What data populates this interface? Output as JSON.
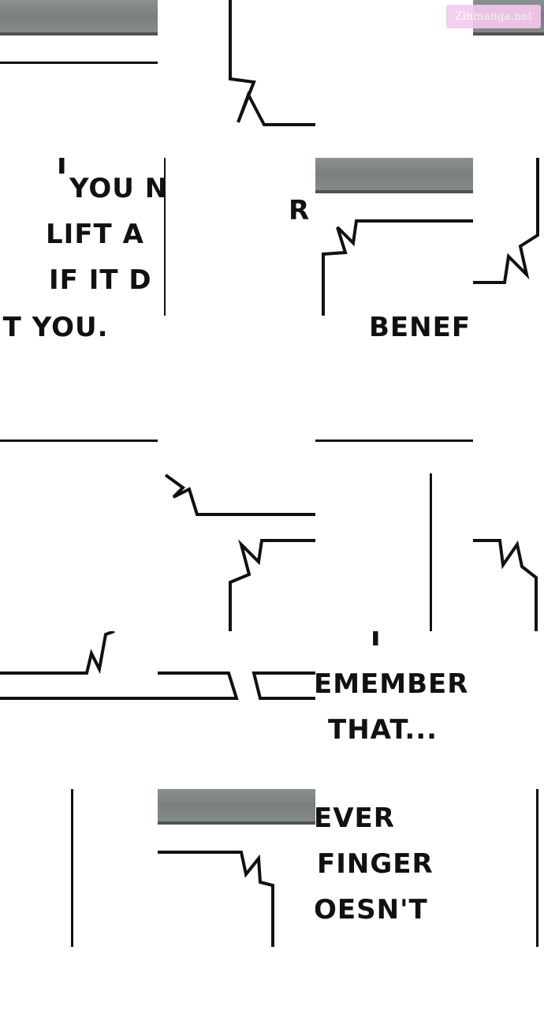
{
  "watermark": "Zinmanga.net",
  "captions": {
    "line1": "YOU N",
    "line2": "LIFT A",
    "line3": "IF IT D",
    "line4": "IT YOU.",
    "r_fragment": "R",
    "benefit_fragment": "BENEFI",
    "remember": "EMEMBER",
    "that": "THAT...",
    "i_fragment": "I",
    "never": "EVER",
    "finger": "FINGER",
    "doesnt": "OESN'T"
  },
  "colors": {
    "ink": "#111111",
    "stone": "#7f8584",
    "watermark_bg": "#f5c9ef"
  }
}
